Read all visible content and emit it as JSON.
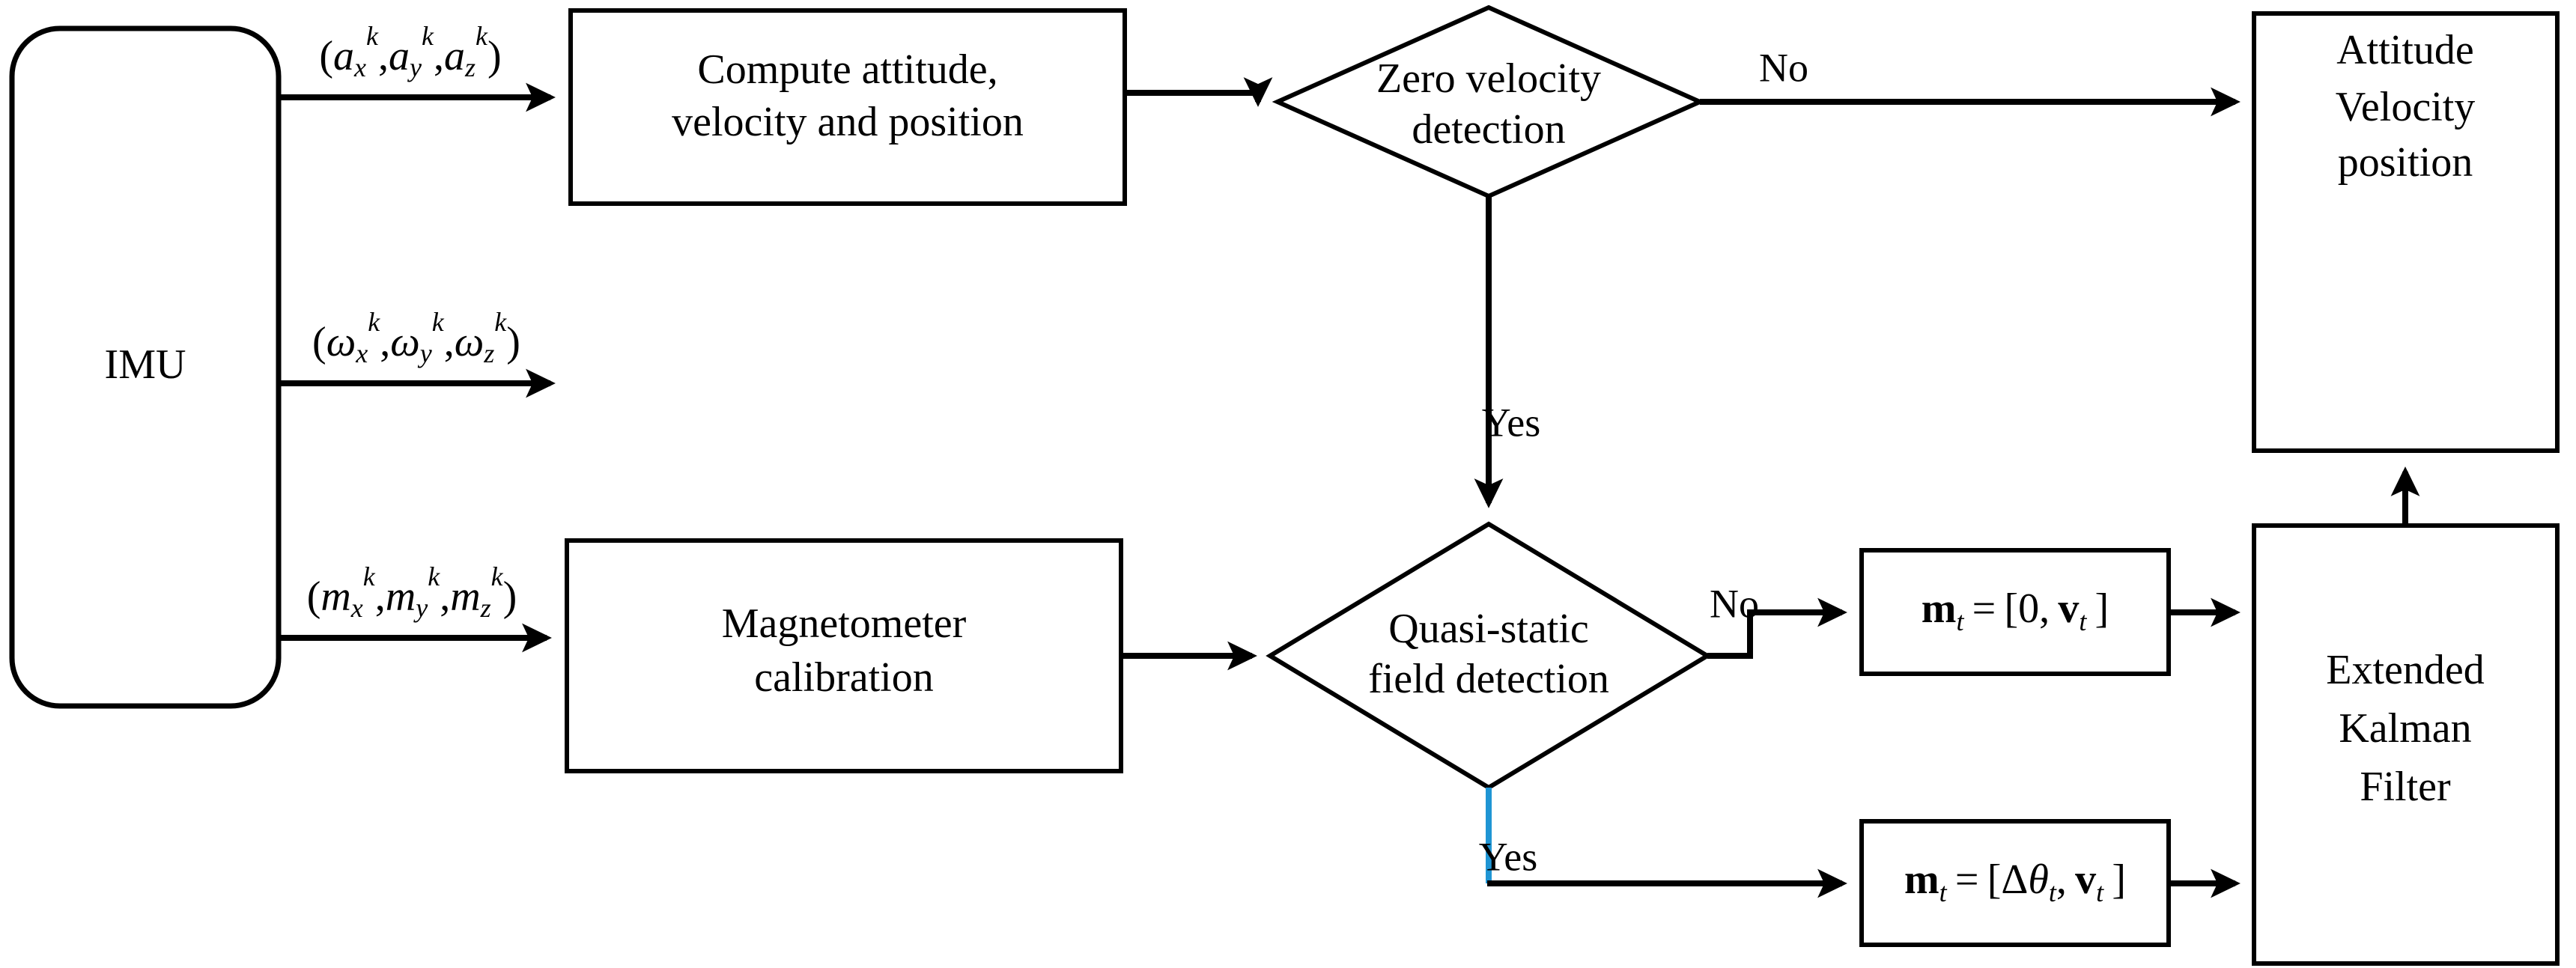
{
  "diagram": {
    "title": "IMU attitude, velocity and position estimation flowchart",
    "accent_color": "#1f95d4",
    "line_color": "#000000",
    "background_color": "#ffffff"
  },
  "nodes": {
    "imu": {
      "label": "IMU",
      "shape": "rounded-rect"
    },
    "compute": {
      "line1": "Compute attitude,",
      "line2": "velocity and position",
      "shape": "rect"
    },
    "zero_velocity": {
      "line1": "Zero velocity",
      "line2": "detection",
      "shape": "diamond"
    },
    "magnetometer": {
      "line1": "Magnetometer",
      "line2": "calibration",
      "shape": "rect"
    },
    "quasi_static": {
      "line1": "Quasi-static",
      "line2": "field detection",
      "shape": "diamond"
    },
    "m_zero": {
      "label": "m_t = [0, v_t]",
      "shape": "rect"
    },
    "m_theta": {
      "label": "m_t = [Δθ_t, v_t]",
      "shape": "rect"
    },
    "ekf": {
      "line1": "Extended",
      "line2": "Kalman",
      "line3": "Filter",
      "shape": "rect"
    },
    "output": {
      "line1": "Attitude",
      "line2": "Velocity",
      "line3": "position",
      "shape": "rect"
    }
  },
  "edge_labels": {
    "accel": "(a_x^k , a_y^k , a_z^k)",
    "gyro": "(ω_x^k , ω_y^k , ω_z^k)",
    "mag": "(m_x^k , m_y^k , m_z^k)",
    "zv_no": "No",
    "zv_yes": "Yes",
    "qs_no": "No",
    "qs_yes": "Yes"
  },
  "math": {
    "accel": {
      "open": "(",
      "vars": [
        "a",
        "a",
        "a"
      ],
      "subs": [
        "x",
        "y",
        "z"
      ],
      "sups": [
        "k",
        "k",
        "k"
      ],
      "sep": ",",
      "close": ")"
    },
    "gyro": {
      "open": "(",
      "vars": [
        "ω",
        "ω",
        "ω"
      ],
      "subs": [
        "x",
        "y",
        "z"
      ],
      "sups": [
        "k",
        "k",
        "k"
      ],
      "sep": ",",
      "close": ")"
    },
    "mag": {
      "open": "(",
      "vars": [
        "m",
        "m",
        "m"
      ],
      "subs": [
        "x",
        "y",
        "z"
      ],
      "sups": [
        "k",
        "k",
        "k"
      ],
      "sep": ",",
      "close": ")"
    },
    "m_zero": {
      "lhs": "m",
      "lhs_sub": "t",
      "eq": "=",
      "open": "[",
      "first": "0",
      "sep": ",",
      "second": "v",
      "second_sub": "t",
      "close": "]"
    },
    "m_theta": {
      "lhs": "m",
      "lhs_sub": "t",
      "eq": "=",
      "open": "[",
      "first": "Δθ",
      "first_sub": "t",
      "sep": ",",
      "second": "v",
      "second_sub": "t",
      "close": "]"
    }
  }
}
